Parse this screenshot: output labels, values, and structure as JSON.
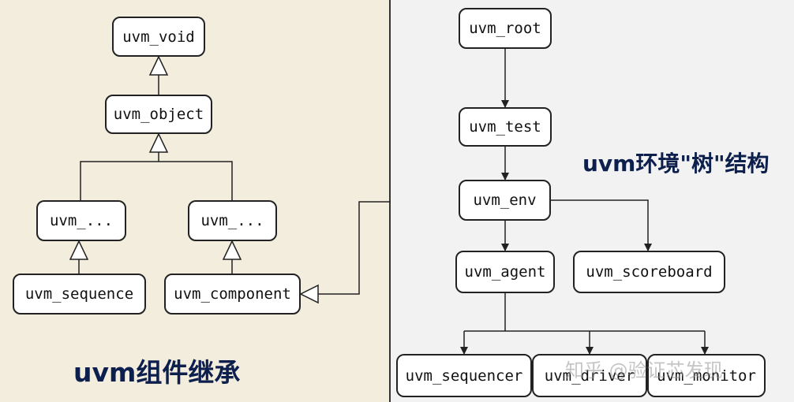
{
  "left": {
    "caption": "uvm组件继承",
    "nodes": {
      "void": "uvm_void",
      "object": "uvm_object",
      "ellipsis_left": "uvm_...",
      "ellipsis_right": "uvm_...",
      "sequence": "uvm_sequence",
      "component": "uvm_component"
    }
  },
  "right": {
    "caption": "uvm环境\"树\"结构",
    "nodes": {
      "root": "uvm_root",
      "test": "uvm_test",
      "env": "uvm_env",
      "agent": "uvm_agent",
      "scoreboard": "uvm_scoreboard",
      "sequencer": "uvm_sequencer",
      "driver": "uvm_driver",
      "monitor": "uvm_monitor"
    }
  },
  "watermark": "知乎 @验证芯发现",
  "colors": {
    "left_bg": "#f3eddd",
    "right_bg": "#f2f2f2",
    "caption": "#0d1f4d"
  }
}
